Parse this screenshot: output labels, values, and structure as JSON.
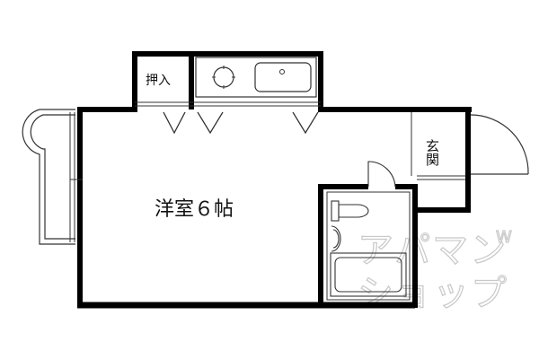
{
  "floorplan": {
    "rooms": {
      "western_room": "洋室６帖",
      "closet": "押入",
      "entrance": "玄関"
    },
    "watermark": {
      "line1": "アパマン",
      "line2": "ショップ",
      "mark": "W"
    },
    "colors": {
      "wall": "#000000",
      "thin_line": "#333333",
      "watermark": "#c8c8c8"
    }
  }
}
